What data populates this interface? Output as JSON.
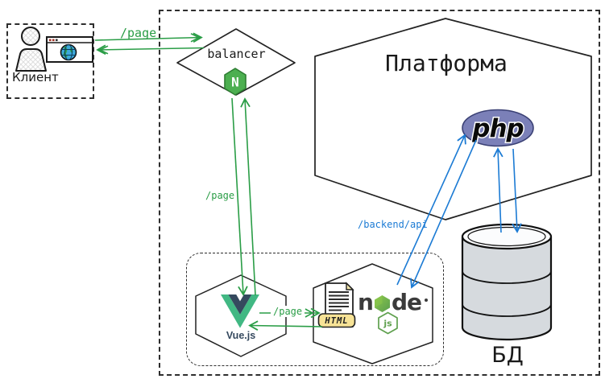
{
  "nodes": {
    "client": {
      "label": "Клиент"
    },
    "balancer": {
      "label": "balancer",
      "engine_letter": "N"
    },
    "platform": {
      "label": "Платформа"
    },
    "php": {
      "label": "php"
    },
    "database": {
      "label": "БД"
    },
    "vue": {
      "label": "Vue.js"
    },
    "node": {
      "word_start": "n",
      "word_end": "de",
      "badge": "js"
    },
    "html_file": {
      "label": "HTML"
    }
  },
  "edges": {
    "client_balancer": {
      "label": "/page",
      "arrows": "both",
      "color": "#2a9d46"
    },
    "balancer_vue": {
      "label": "/page",
      "arrows": "both",
      "color": "#2a9d46"
    },
    "vue_node": {
      "label": "/page",
      "arrows": "both",
      "color": "#2a9d46"
    },
    "node_php": {
      "label": "/backend/api",
      "arrows": "both",
      "color": "#1c7bd4"
    },
    "php_database": {
      "label": "",
      "arrows": "both",
      "color": "#1c7bd4"
    }
  },
  "colors": {
    "edge_green": "#2a9d46",
    "edge_blue": "#1c7bd4",
    "nginx_green": "#4caf50",
    "vue_green": "#41b883",
    "vue_dark": "#35495e",
    "node_dark": "#3b3b3b",
    "node_green_light": "#8cc84b",
    "node_green_dark": "#5fa04e",
    "php_purple": "#7b80b8",
    "db_fill": "#d6dade",
    "html_banner_yellow": "#f7e396"
  }
}
